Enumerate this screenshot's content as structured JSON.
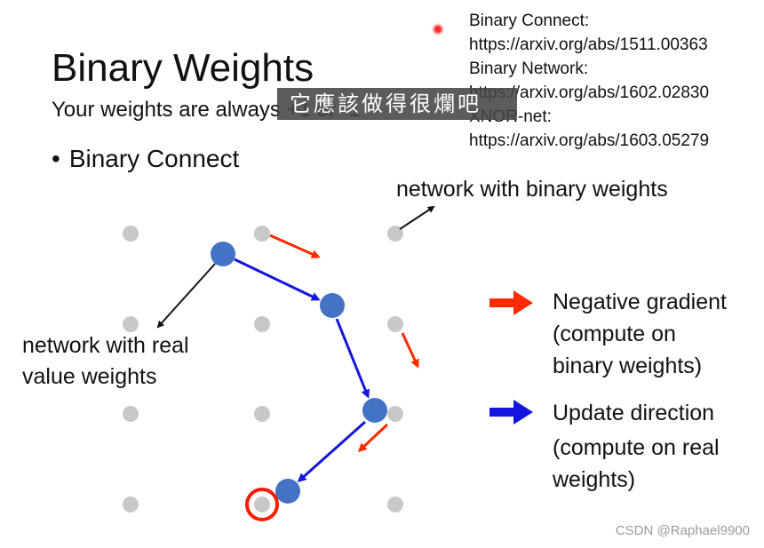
{
  "slide": {
    "title": "Binary Weights",
    "subtitle": "Your weights are always +1 or -1",
    "bullet": "Binary Connect",
    "overlay_caption": "它應該做得很爛吧"
  },
  "references": [
    {
      "label": "Binary Connect:",
      "url": "https://arxiv.org/abs/1511.00363"
    },
    {
      "label": "Binary Network:",
      "url": "https://arxiv.org/abs/1602.02830"
    },
    {
      "label": "XNOR-net:",
      "url": "https://arxiv.org/abs/1603.05279"
    }
  ],
  "diagram": {
    "label_binary": "network with binary weights",
    "label_real_1": "network with real",
    "label_real_2": "value weights"
  },
  "legend": {
    "negative_1": "Negative gradient",
    "negative_2": "(compute on",
    "negative_3": "binary weights)",
    "update_1": "Update direction",
    "update_2": "(compute on real",
    "update_3": "weights)"
  },
  "colors": {
    "gray_node": "#c8c8c8",
    "blue_node": "#4472c4",
    "blue_arrow": "#1515e0",
    "red_arrow": "#ff2a00",
    "highlight_ring": "#ff1a00"
  },
  "watermark": "CSDN @Raphael9900"
}
